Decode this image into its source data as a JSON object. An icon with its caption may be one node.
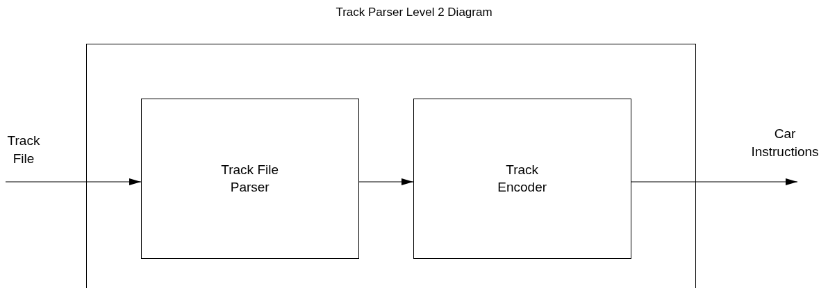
{
  "diagram": {
    "title": "Track Parser Level 2 Diagram",
    "nodes": [
      {
        "text": [],
        "shape": "box"
      },
      {
        "text": [
          "Track File Parser"
        ],
        "in": 0
      },
      {
        "text": [
          "Track Encoder"
        ],
        "in": 0
      }
    ],
    "edges": [
      {
        "from": null,
        "to": 1,
        "arrow": "to",
        "label": "Track File"
      },
      {
        "from": 1,
        "to": 2,
        "arrow": "to"
      },
      {
        "from": 2,
        "to": null,
        "arrow": "to",
        "label": "Car Instructions"
      }
    ]
  }
}
